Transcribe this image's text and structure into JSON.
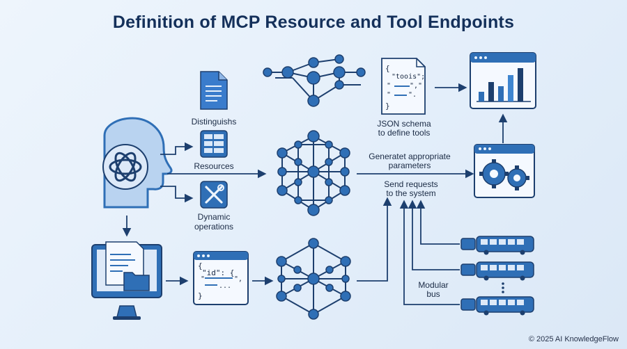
{
  "title": "Definition of MCP Resource and Tool Endpoints",
  "labels": {
    "distinguishes": "Distinguishs",
    "resources": "Resources",
    "dynamic_1": "Dynamic",
    "dynamic_2": "operations",
    "json_1": "JSON schema",
    "json_2": "to define tools",
    "generate_1": "Generatet appropriate",
    "generate_2": "parameters",
    "send_1": "Send requests",
    "send_2": "to the system",
    "modular_1": "Modular",
    "modular_2": "bus"
  },
  "code_snippets": {
    "tools_open": "{",
    "tools_key": "\"toois\";",
    "tools_line2_a": "\"",
    "tools_line2_b": "\",\"",
    "tools_line3_a": "\"",
    "tools_line3_b": "\".",
    "tools_close": "}",
    "id_open": "{",
    "id_key": "\"id\": {",
    "id_line2": "\"",
    "id_line2_end": "\",",
    "id_line3": "...",
    "id_close": "}"
  },
  "footer": "© 2025 AI KnowledgeFlow",
  "colors": {
    "primary": "#2f6fb6",
    "dark": "#1d3f6e",
    "light": "#c9ddf3",
    "accent": "#3f86d0"
  },
  "icons": [
    "brain-head-icon",
    "document-icon",
    "table-icon",
    "tools-icon",
    "monitor-folder-icon",
    "code-window-icon",
    "network-graph-icon",
    "chart-window-icon",
    "gears-window-icon",
    "bus-icon",
    "plug-icon"
  ]
}
